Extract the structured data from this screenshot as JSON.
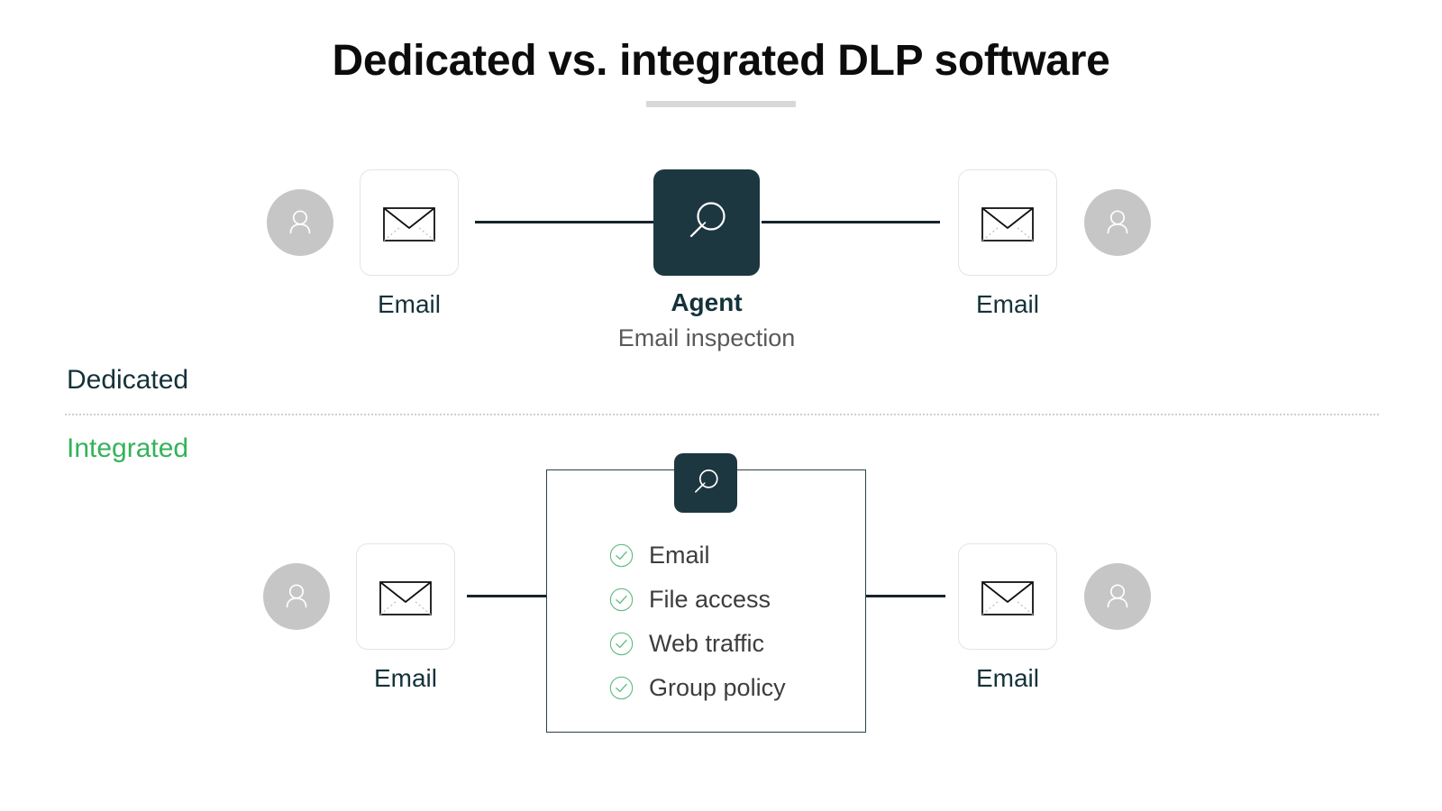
{
  "header": {
    "title": "Dedicated vs. integrated DLP software"
  },
  "sections": {
    "dedicated_label": "Dedicated",
    "integrated_label": "Integrated"
  },
  "dedicated_flow": {
    "sender_email": {
      "label": "Email",
      "icon": "envelope-icon"
    },
    "agent": {
      "title": "Agent",
      "subtitle": "Email inspection",
      "icon": "magnifier-icon"
    },
    "receiver_email": {
      "label": "Email",
      "icon": "envelope-icon"
    },
    "sender_avatar_icon": "user-avatar-icon",
    "receiver_avatar_icon": "user-avatar-icon"
  },
  "integrated_flow": {
    "sender_email": {
      "label": "Email",
      "icon": "envelope-icon"
    },
    "receiver_email": {
      "label": "Email",
      "icon": "envelope-icon"
    },
    "sender_avatar_icon": "user-avatar-icon",
    "receiver_avatar_icon": "user-avatar-icon",
    "panel_badge_icon": "magnifier-icon",
    "capabilities": [
      {
        "label": "Email",
        "icon": "check-circle-icon"
      },
      {
        "label": "File access",
        "icon": "check-circle-icon"
      },
      {
        "label": "Web traffic",
        "icon": "check-circle-icon"
      },
      {
        "label": "Group policy",
        "icon": "check-circle-icon"
      }
    ]
  },
  "colors": {
    "dark_navy": "#1d3740",
    "green": "#34b25a",
    "avatar_gray": "#c6c6c6",
    "rule_gray": "#d8d8d8",
    "text_gray": "#595959"
  }
}
